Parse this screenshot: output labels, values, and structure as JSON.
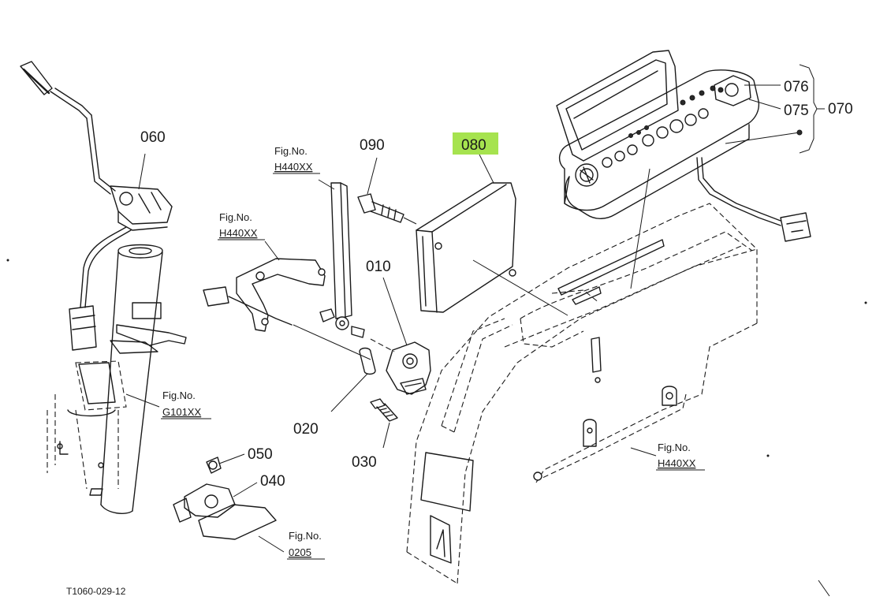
{
  "diagram": {
    "caption": "T1060-029-12",
    "highlight_color": "#a6e34f",
    "parts": {
      "p010": "010",
      "p020": "020",
      "p030": "030",
      "p040": "040",
      "p050": "050",
      "p060": "060",
      "p070": "070",
      "p075": "075",
      "p076": "076",
      "p080": "080",
      "p090": "090"
    },
    "refs": {
      "r1": {
        "title": "Fig.No.",
        "code": "H440XX"
      },
      "r2": {
        "title": "Fig.No.",
        "code": "H440XX"
      },
      "r3": {
        "title": "Fig.No.",
        "code": "G101XX"
      },
      "r4": {
        "title": "Fig.No.",
        "code": "H440XX"
      },
      "r5": {
        "title": "Fig.No.",
        "code": "0205"
      }
    }
  }
}
